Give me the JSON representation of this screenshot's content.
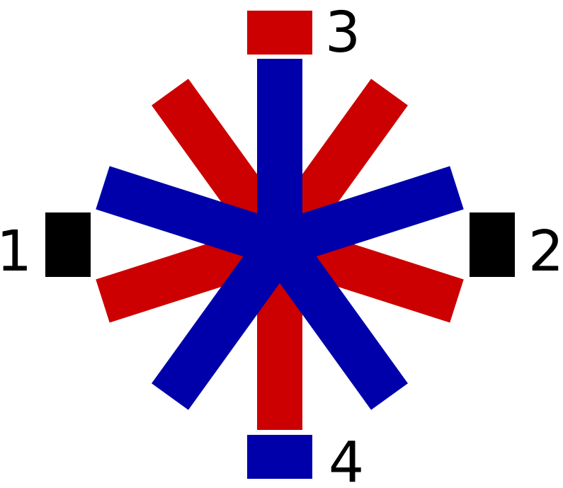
{
  "colors": {
    "red": "#cc0000",
    "blue": "#0000aa",
    "black": "#000000",
    "background": "#ffffff"
  },
  "labels": {
    "terminal_1": "1",
    "terminal_2": "2",
    "terminal_3": "3",
    "terminal_4": "4"
  },
  "terminals": [
    {
      "name": "1",
      "color": "black"
    },
    {
      "name": "2",
      "color": "black"
    },
    {
      "name": "3",
      "color": "red"
    },
    {
      "name": "4",
      "color": "blue"
    }
  ],
  "spokes": {
    "red_count": 5,
    "blue_count": 5
  }
}
